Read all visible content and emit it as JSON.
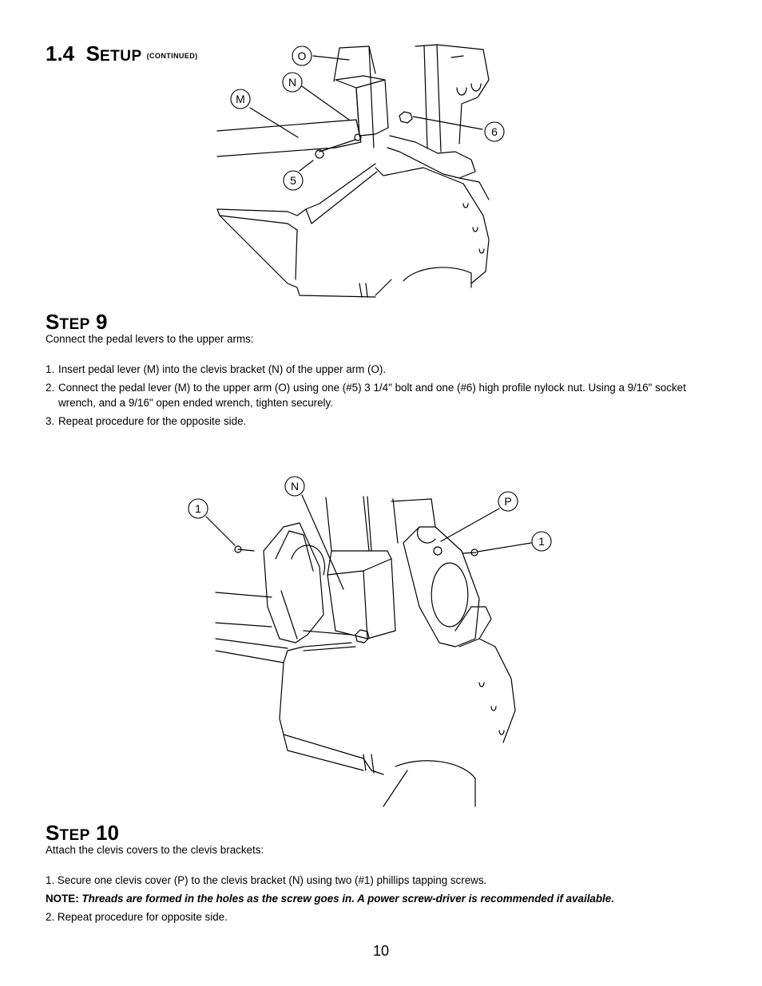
{
  "header": {
    "section_number": "1.4",
    "section_word_first": "S",
    "section_word_rest": "ETUP",
    "continued": "(CONTINUED)"
  },
  "diagram1": {
    "callouts": [
      "O",
      "N",
      "M",
      "6",
      "5"
    ]
  },
  "step9": {
    "title_first": "S",
    "title_rest": "TEP",
    "title_number": "9",
    "intro": "Connect the pedal levers to the upper arms:",
    "items": [
      {
        "num": "1.",
        "text": "Insert pedal lever (M) into the clevis bracket (N) of the upper arm (O)."
      },
      {
        "num": "2.",
        "text": "Connect the pedal lever (M) to the upper arm (O) using one (#5) 3 1/4\" bolt and one (#6) high profile nylock nut. Using a 9/16\" socket wrench, and a 9/16\" open ended wrench, tighten securely."
      },
      {
        "num": "3.",
        "text": "Repeat procedure for the opposite side."
      }
    ]
  },
  "diagram2": {
    "callouts": [
      "N",
      "1",
      "P",
      "1"
    ]
  },
  "step10": {
    "title_first": "S",
    "title_rest": "TEP",
    "title_number": "10",
    "intro": "Attach the clevis covers to the clevis brackets:",
    "item1": {
      "num": "1.",
      "text": "Secure one clevis cover (P) to the clevis bracket (N) using two (#1) phillips tapping screws."
    },
    "note_label": "NOTE:",
    "note_text": "Threads are formed in the holes as the screw goes in. A power screw-driver is recommended if available.",
    "item2": {
      "num": "2.",
      "text": "Repeat procedure for opposite side."
    }
  },
  "footer": {
    "page_number": "10"
  }
}
